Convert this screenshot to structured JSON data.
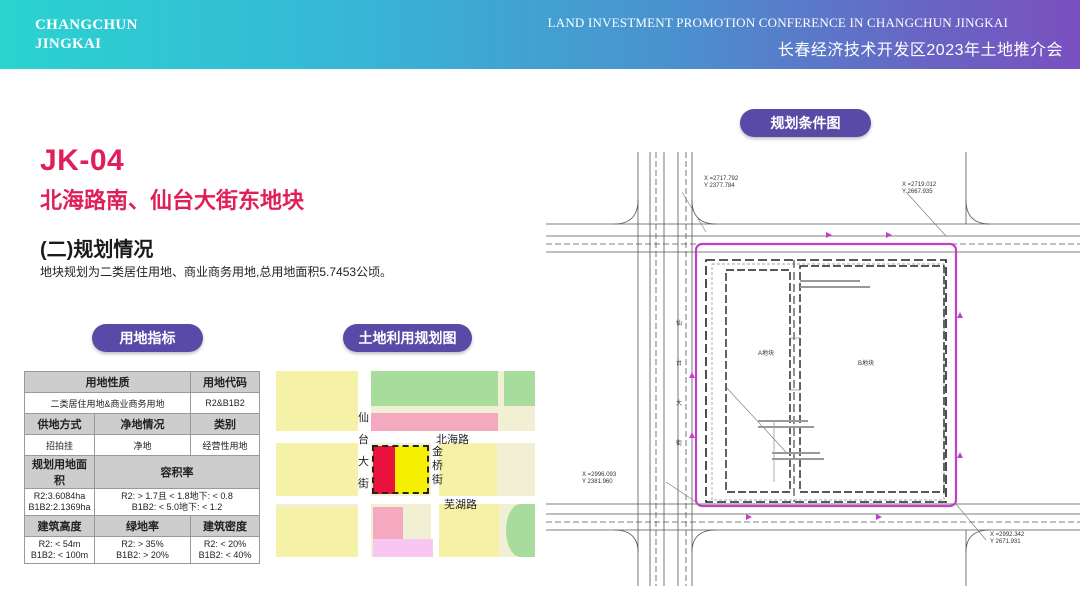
{
  "header": {
    "logo_line1": "CHANGCHUN",
    "logo_line2": "JINGKAI",
    "conference_en": "LAND INVESTMENT PROMOTION CONFERENCE IN CHANGCHUN JINGKAI",
    "conference_cn": "长春经济技术开发区2023年土地推介会"
  },
  "plot": {
    "id": "JK-04",
    "name": "北海路南、仙台大街东地块"
  },
  "section": {
    "title": "(二)规划情况",
    "description": "地块规划为二类居住用地、商业商务用地,总用地面积5.7453公顷。"
  },
  "pills": {
    "indicators": "用地指标",
    "land_use_map": "土地利用规划图",
    "conditions_map": "规划条件图"
  },
  "indicators_table": {
    "land_nature_header": "用地性质",
    "land_code_header": "用地代码",
    "land_nature": "二类居住用地&商业商务用地",
    "land_code": "R2&B1B2",
    "supply_header": "供地方式",
    "clean_header": "净地情况",
    "category_header": "类别",
    "supply": "招拍挂",
    "clean": "净地",
    "category": "经营性用地",
    "area_header": "规划用地面积",
    "far_header": "容积率",
    "area_r2": "R2:3.6084ha",
    "area_b1b2": "B1B2:2.1369ha",
    "far_r2": "R2: > 1.7且 < 1.8地下: < 0.8",
    "far_b1b2": "B1B2: < 5.0地下: < 1.2",
    "height_header": "建筑高度",
    "green_header": "绿地率",
    "density_header": "建筑密度",
    "height_r2": "R2: < 54m",
    "height_b1b2": "B1B2: < 100m",
    "green_r2": "R2: > 35%",
    "green_b1b2": "B1B2: > 20%",
    "density_r2": "R2: < 20%",
    "density_b1b2": "B1B2: < 40%"
  },
  "land_use_map": {
    "street_xiantai_chars": [
      "仙",
      "台",
      "大",
      "街"
    ],
    "road_beihai": "北海路",
    "street_jinqiao_chars": [
      "金",
      "桥",
      "街"
    ],
    "road_wuhu": "芜湖路"
  },
  "conditions_map": {
    "coord_tl_x": "X =2717.792",
    "coord_tl_y": "Y 2377.784",
    "coord_tr_x": "X =2719.012",
    "coord_tr_y": "Y 2667.935",
    "coord_bl_x": "X =2996.093",
    "coord_bl_y": "Y 2381.960",
    "coord_br_x": "X =2992.342",
    "coord_br_y": "Y 2671.931",
    "parcel_a": "A地块",
    "parcel_b": "B地块",
    "road_label_1": "仙",
    "road_label_2": "台",
    "road_label_3": "大",
    "road_label_4": "街"
  },
  "colors": {
    "accent_red": "#e01e5a",
    "pill_purple": "#5a4aa8",
    "boundary_magenta": "#c040c8",
    "residential_yellow": "#f5f2a8",
    "commercial_red": "#e8123c",
    "green_space": "#a8dc9c",
    "pink_public": "#f4a9c0"
  }
}
